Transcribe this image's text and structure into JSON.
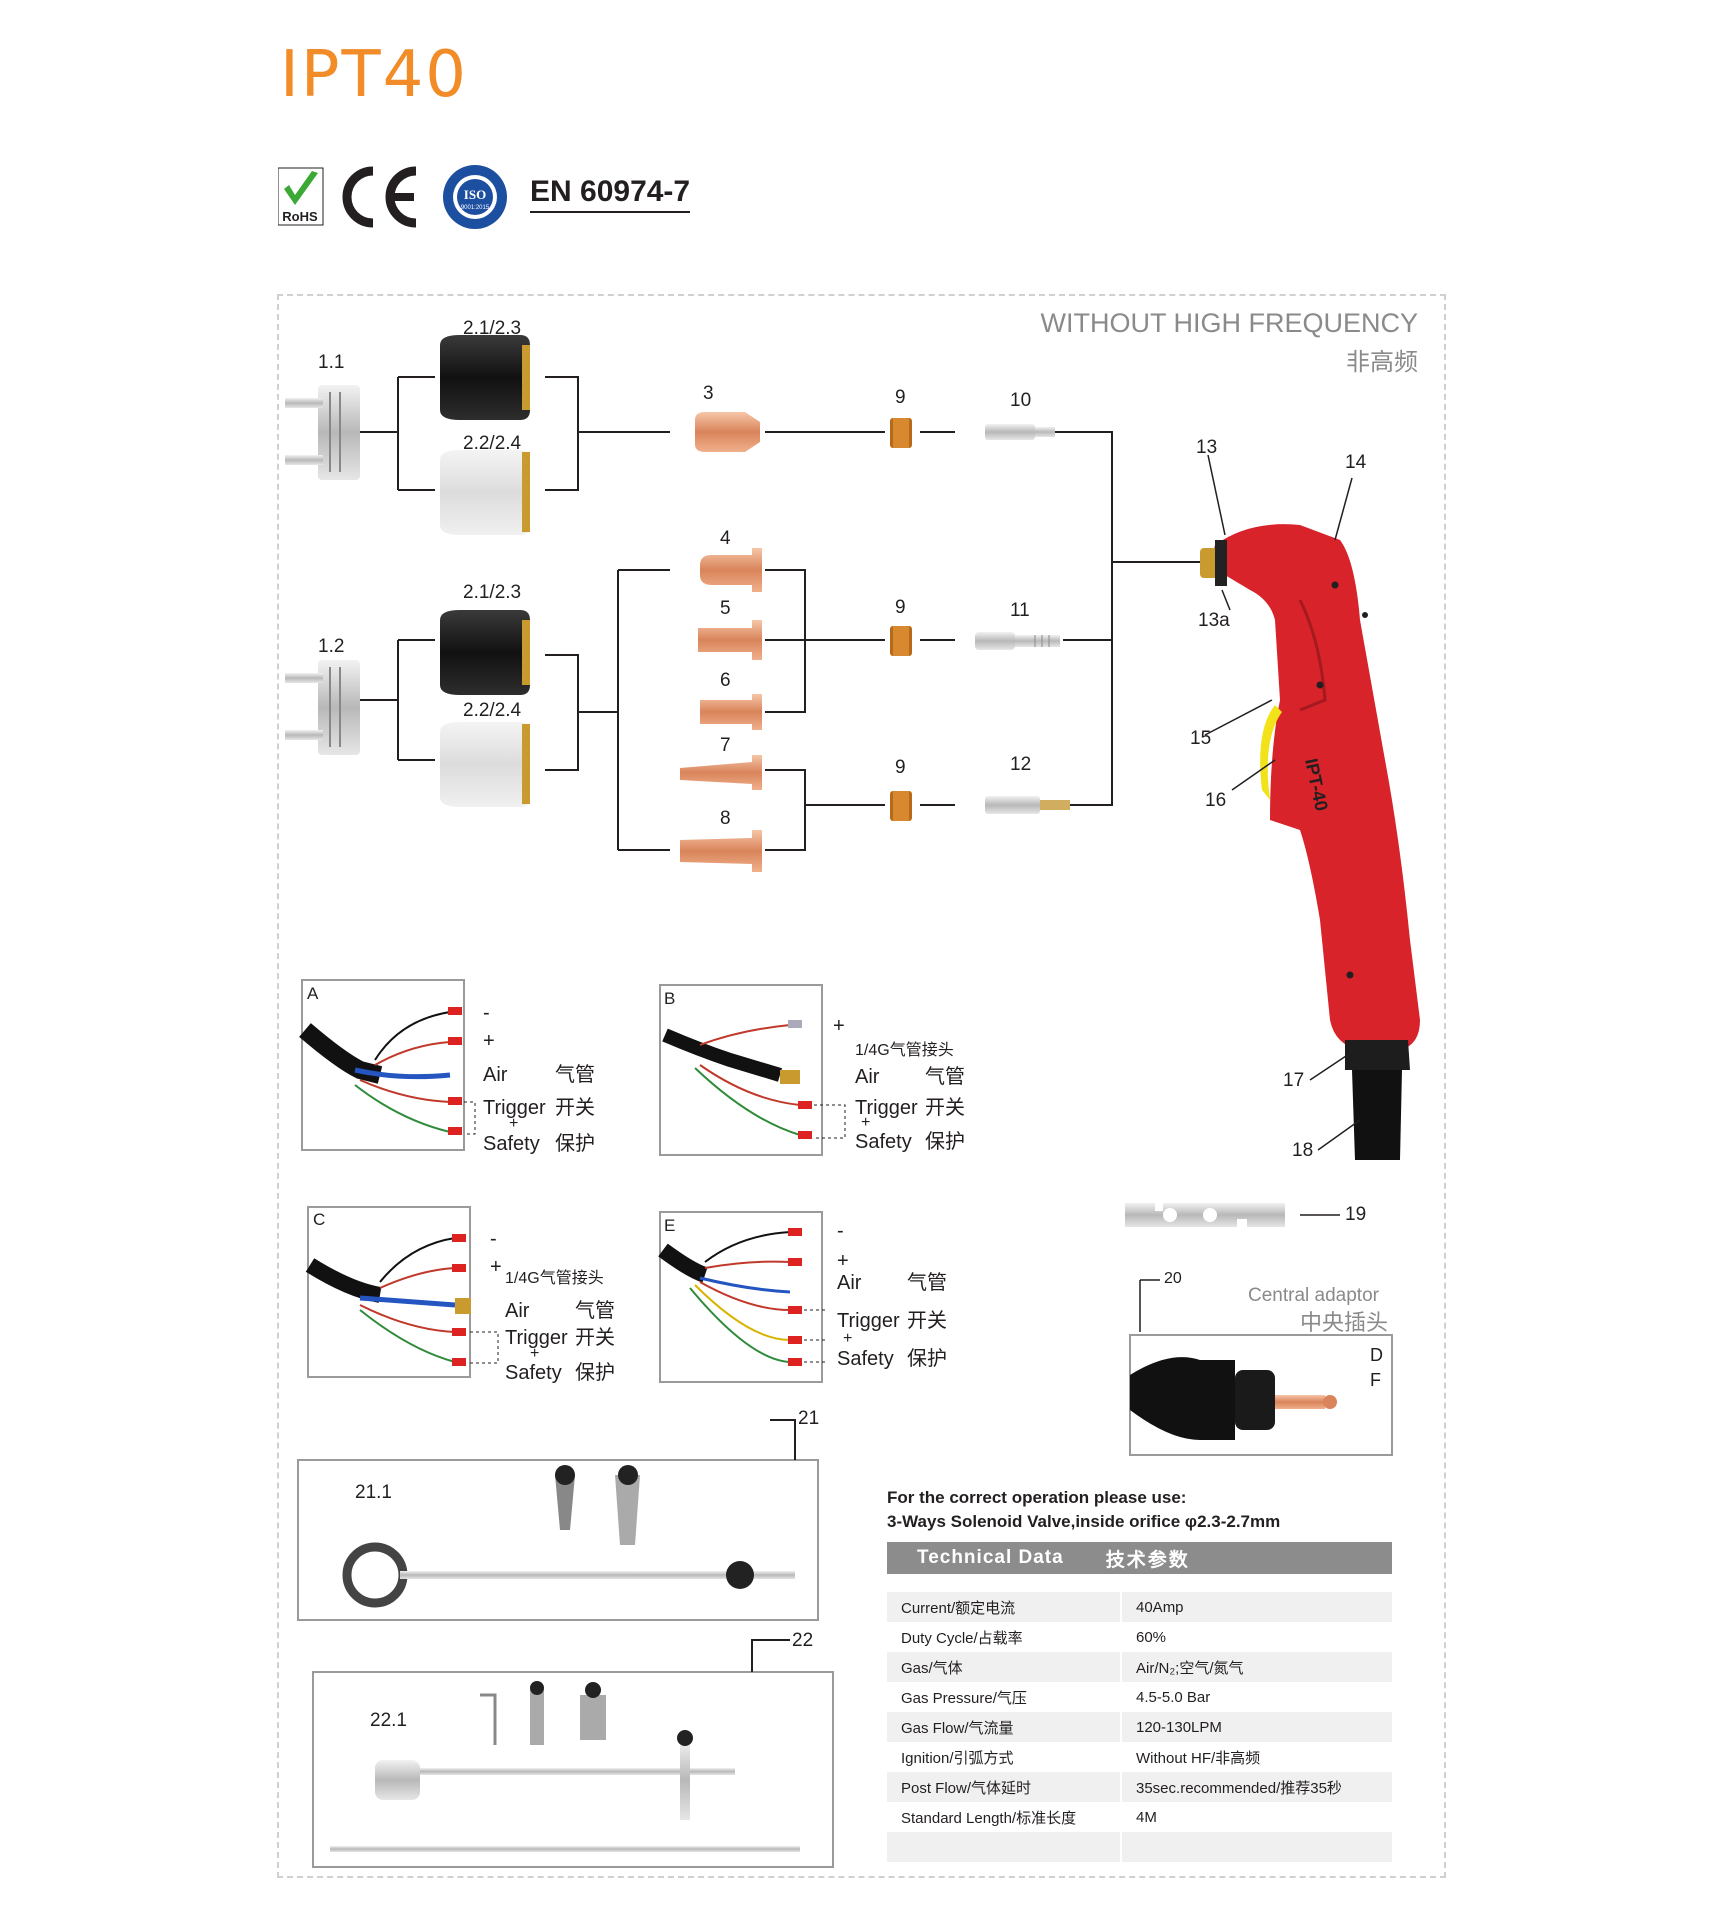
{
  "title": "IPT40",
  "certifications": {
    "rohs": "RoHS",
    "ce": "CE",
    "iso_top": "QUALITY MANAGEMENT SYSTEM",
    "iso_center": "ISO",
    "iso_sub": "9001:2015",
    "iso_bottom": "CERTIFIED",
    "standard": "EN 60974-7"
  },
  "header": {
    "en": "WITHOUT HIGH FREQUENCY",
    "cn": "非高频"
  },
  "parts": {
    "p1_1": "1.1",
    "p1_2": "1.2",
    "p2_13_a": "2.1/2.3",
    "p2_24_a": "2.2/2.4",
    "p2_13_b": "2.1/2.3",
    "p2_24_b": "2.2/2.4",
    "p3": "3",
    "p4": "4",
    "p5": "5",
    "p6": "6",
    "p7": "7",
    "p8": "8",
    "p9_a": "9",
    "p9_b": "9",
    "p9_c": "9",
    "p10": "10",
    "p11": "11",
    "p12": "12",
    "p13": "13",
    "p13a": "13a",
    "p14": "14",
    "p15": "15",
    "p16": "16",
    "p17": "17",
    "p18": "18",
    "p19": "19",
    "p20": "20",
    "p21": "21",
    "p21_1": "21.1",
    "p22": "22",
    "p22_1": "22.1"
  },
  "torch_label": "IPT-40",
  "wiring": {
    "A": {
      "id": "A",
      "minus": "-",
      "plus": "+",
      "air": "Air",
      "air_cn": "气管",
      "trigger": "Trigger",
      "trigger_cn": "开关",
      "plus2": "+",
      "safety": "Safety",
      "safety_cn": "保护"
    },
    "B": {
      "id": "B",
      "plus": "+",
      "fitting": "1/4G气管接头",
      "air": "Air",
      "air_cn": "气管",
      "trigger": "Trigger",
      "trigger_cn": "开关",
      "plus2": "+",
      "safety": "Safety",
      "safety_cn": "保护"
    },
    "C": {
      "id": "C",
      "minus": "-",
      "plus": "+",
      "fitting": "1/4G气管接头",
      "air": "Air",
      "air_cn": "气管",
      "trigger": "Trigger",
      "trigger_cn": "开关",
      "plus2": "+",
      "safety": "Safety",
      "safety_cn": "保护"
    },
    "E": {
      "id": "E",
      "minus": "-",
      "plus": "+",
      "air": "Air",
      "air_cn": "气管",
      "trigger": "Trigger",
      "trigger_cn": "开关",
      "plus2": "+",
      "safety": "Safety",
      "safety_cn": "保护"
    }
  },
  "central_adaptor": {
    "en": "Central adaptor",
    "cn": "中央插头",
    "d": "D",
    "f": "F"
  },
  "usage": {
    "line1": "For the correct operation please use:",
    "line2": "3-Ways Solenoid Valve,inside orifice φ2.3-2.7mm"
  },
  "tech": {
    "title_en": "Technical Data",
    "title_cn": "技术参数",
    "rows": [
      {
        "k": "Current/额定电流",
        "v": "40Amp"
      },
      {
        "k": "Duty Cycle/占载率",
        "v": "60%"
      },
      {
        "k": "Gas/气体",
        "v": "Air/N₂;空气/氮气"
      },
      {
        "k": "Gas Pressure/气压",
        "v": "4.5-5.0 Bar"
      },
      {
        "k": "Gas Flow/气流量",
        "v": "120-130LPM"
      },
      {
        "k": "Ignition/引弧方式",
        "v": "Without HF/非高频"
      },
      {
        "k": "Post Flow/气体延时",
        "v": "35sec.recommended/推荐35秒"
      },
      {
        "k": "Standard Length/标准长度",
        "v": "4M"
      }
    ]
  },
  "colors": {
    "title": "#f28c28",
    "torch_red": "#d8232a",
    "copper": "#e8a07a",
    "brass": "#c99a2e",
    "table_header": "#8c8c8c"
  }
}
